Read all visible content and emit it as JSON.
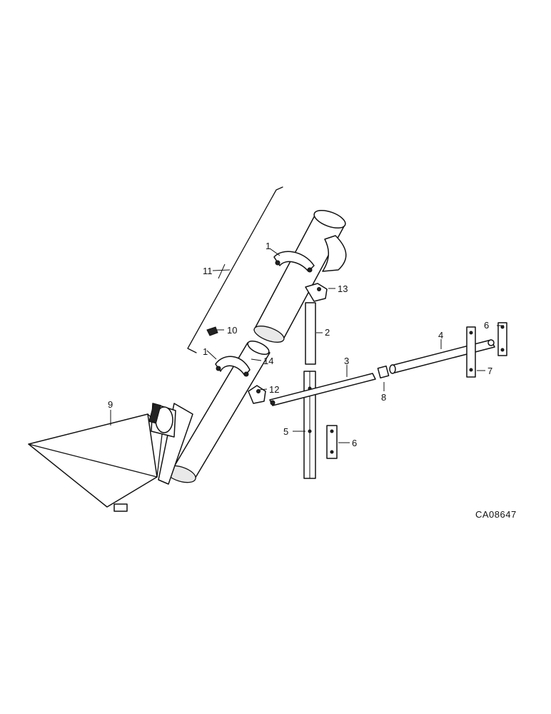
{
  "diagram": {
    "drawing_code": "CA08647",
    "callouts": [
      {
        "id": "1a",
        "label": "1"
      },
      {
        "id": "1b",
        "label": "1"
      },
      {
        "id": "2",
        "label": "2"
      },
      {
        "id": "3",
        "label": "3"
      },
      {
        "id": "4",
        "label": "4"
      },
      {
        "id": "5",
        "label": "5"
      },
      {
        "id": "6a",
        "label": "6"
      },
      {
        "id": "6b",
        "label": "6"
      },
      {
        "id": "7",
        "label": "7"
      },
      {
        "id": "8",
        "label": "8"
      },
      {
        "id": "9",
        "label": "9"
      },
      {
        "id": "10",
        "label": "10"
      },
      {
        "id": "11",
        "label": "11"
      },
      {
        "id": "12",
        "label": "12"
      },
      {
        "id": "13",
        "label": "13"
      },
      {
        "id": "14",
        "label": "14"
      }
    ]
  }
}
